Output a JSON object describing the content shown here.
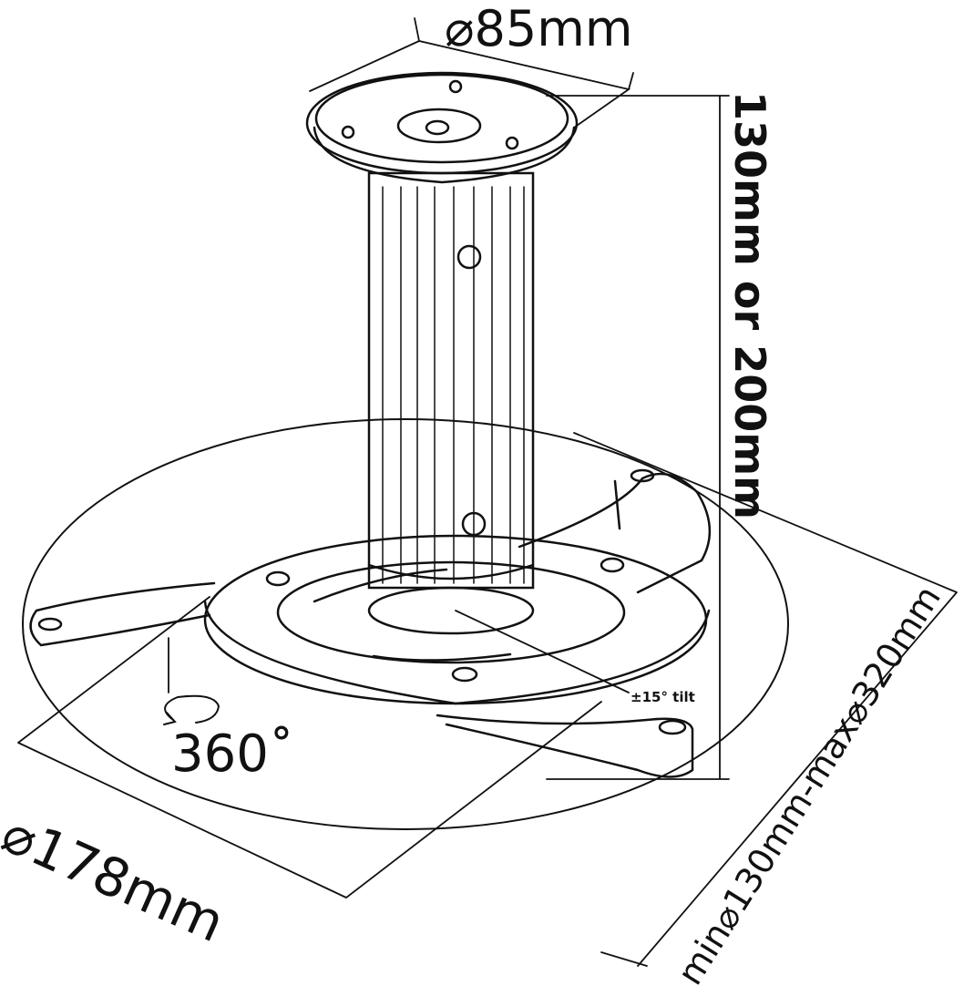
{
  "labels": {
    "top_diameter": "⌀85mm",
    "height": "130mm or 200mm",
    "rotation": "360˚",
    "tilt": "±15° tilt",
    "base_diameter": "⌀178mm",
    "mount_range": "min⌀130mm-max⌀320mm"
  },
  "colors": {
    "line": "#111111",
    "background": "#ffffff"
  }
}
